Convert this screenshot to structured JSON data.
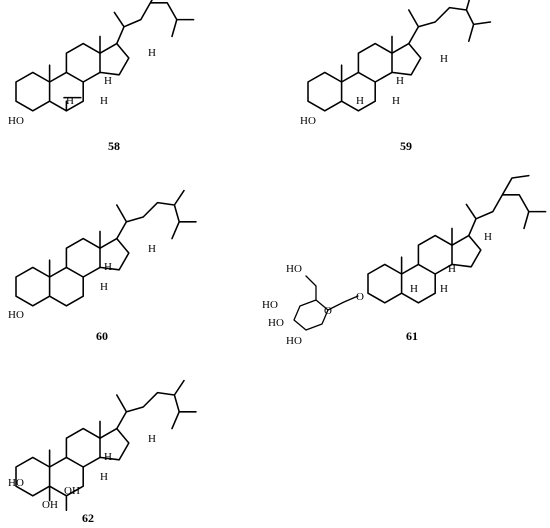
{
  "compounds": [
    {
      "id": "58",
      "labels": {
        "ho": "HO",
        "h1": "H",
        "h2": "H",
        "h3": "H",
        "h4": "H"
      }
    },
    {
      "id": "59",
      "labels": {
        "ho": "HO",
        "h1": "H",
        "h2": "H",
        "h3": "H",
        "h4": "H"
      }
    },
    {
      "id": "60",
      "labels": {
        "ho": "HO",
        "h1": "H",
        "h2": "H",
        "h3": "H"
      }
    },
    {
      "id": "61",
      "labels": {
        "ho": "HO",
        "ho2": "HO",
        "ho3": "HO",
        "oh": "HO",
        "o1": "O",
        "o2": "O",
        "h1": "H",
        "h2": "H",
        "h3": "H",
        "h4": "H"
      }
    },
    {
      "id": "62",
      "labels": {
        "ho": "HO",
        "oh1": "OH",
        "oh2": "OH",
        "h1": "H",
        "h2": "H",
        "h3": "H"
      }
    }
  ]
}
